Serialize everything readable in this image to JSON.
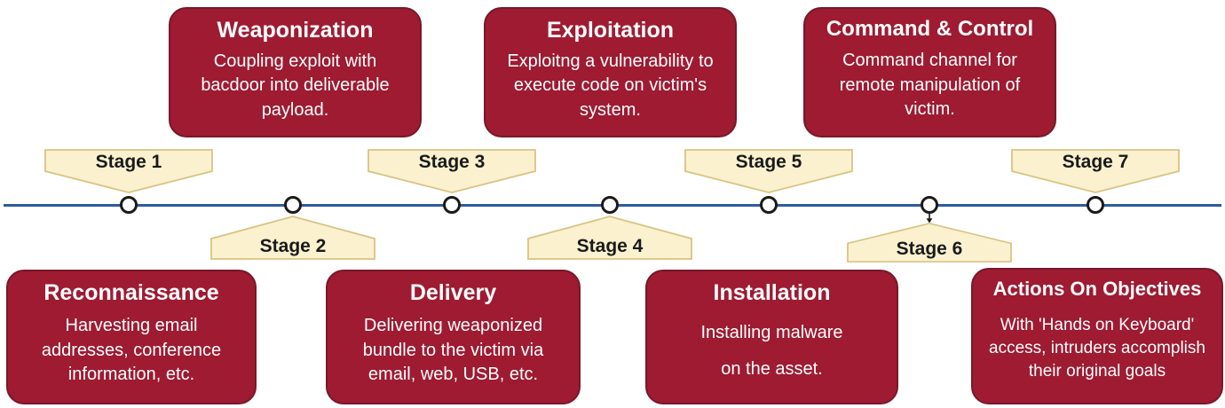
{
  "stages": {
    "above": [
      {
        "label": "Stage 1"
      },
      {
        "label": "Stage 3"
      },
      {
        "label": "Stage 5"
      },
      {
        "label": "Stage 7"
      }
    ],
    "below": [
      {
        "label": "Stage 2"
      },
      {
        "label": "Stage 4"
      },
      {
        "label": "Stage 6"
      }
    ]
  },
  "boxes": {
    "top": [
      {
        "title": "Weaponization",
        "body": "Coupling exploit with\nbacdoor into deliverable\npayload."
      },
      {
        "title": "Exploitation",
        "body": "Exploitng a vulnerability to\nexecute code on victim's\nsystem."
      },
      {
        "title": "Command & Control",
        "body": "Command channel for\nremote manipulation of\nvictim."
      }
    ],
    "bottom": [
      {
        "title": "Reconnaissance",
        "body": "Harvesting email\naddresses, conference\ninformation, etc."
      },
      {
        "title": "Delivery",
        "body": "Delivering weaponized\nbundle to the victim via\nemail, web, USB, etc."
      },
      {
        "title": "Installation",
        "body": "Installing malware\non the asset."
      },
      {
        "title": "Actions On Objectives",
        "body": "With 'Hands on Keyboard'\naccess, intruders accomplish\ntheir original goals"
      }
    ]
  },
  "colors": {
    "background": "#FFFFFF",
    "box_fill": "#9E1B32",
    "box_border": "#77182A",
    "box_text": "#FFFFFF",
    "stage_fill": "#FBF1CF",
    "stage_border": "#D9C382",
    "stage_text": "#1A1A1A",
    "timeline_line": "#2E5B9E",
    "node_fill": "#FFFFFF",
    "node_border": "#1A1A1A"
  }
}
